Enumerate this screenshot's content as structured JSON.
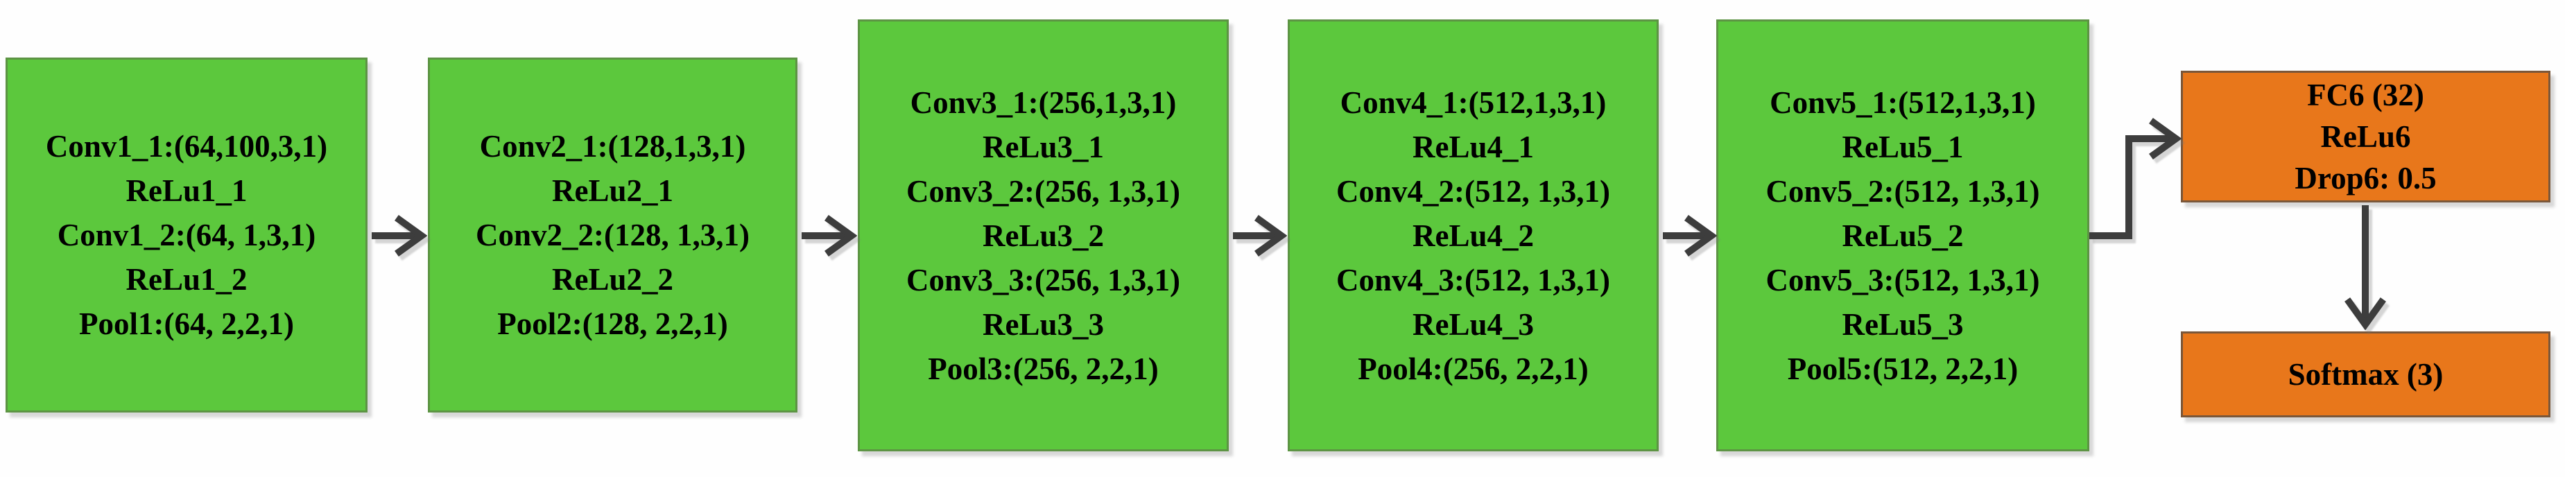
{
  "diagram": {
    "type": "cnn-architecture-flow",
    "colors": {
      "conv_block_fill": "#5cc83d",
      "conv_block_border": "#5d9444",
      "fc_block_fill": "#e8771b",
      "fc_block_border": "#7a573a",
      "arrow": "#3d3d3d",
      "text": "#000000"
    },
    "conv_blocks": [
      {
        "id": "conv-block-1",
        "lines": [
          "Conv1_1:(64,100,3,1)",
          "ReLu1_1",
          "Conv1_2:(64, 1,3,1)",
          "ReLu1_2",
          "Pool1:(64, 2,2,1)"
        ]
      },
      {
        "id": "conv-block-2",
        "lines": [
          "Conv2_1:(128,1,3,1)",
          "ReLu2_1",
          "Conv2_2:(128, 1,3,1)",
          "ReLu2_2",
          "Pool2:(128, 2,2,1)"
        ]
      },
      {
        "id": "conv-block-3",
        "lines": [
          "Conv3_1:(256,1,3,1)",
          "ReLu3_1",
          "Conv3_2:(256, 1,3,1)",
          "ReLu3_2",
          "Conv3_3:(256, 1,3,1)",
          "ReLu3_3",
          "Pool3:(256, 2,2,1)"
        ]
      },
      {
        "id": "conv-block-4",
        "lines": [
          "Conv4_1:(512,1,3,1)",
          "ReLu4_1",
          "Conv4_2:(512, 1,3,1)",
          "ReLu4_2",
          "Conv4_3:(512, 1,3,1)",
          "ReLu4_3",
          "Pool4:(256, 2,2,1)"
        ]
      },
      {
        "id": "conv-block-5",
        "lines": [
          "Conv5_1:(512,1,3,1)",
          "ReLu5_1",
          "Conv5_2:(512, 1,3,1)",
          "ReLu5_2",
          "Conv5_3:(512, 1,3,1)",
          "ReLu5_3",
          "Pool5:(512, 2,2,1)"
        ]
      }
    ],
    "fc_block": {
      "id": "fc6-block",
      "lines": [
        "FC6 (32)",
        "ReLu6",
        "Drop6: 0.5"
      ]
    },
    "output_block": {
      "id": "softmax-block",
      "lines": [
        "Softmax (3)"
      ]
    },
    "connections": [
      {
        "from": "conv-block-1",
        "to": "conv-block-2"
      },
      {
        "from": "conv-block-2",
        "to": "conv-block-3"
      },
      {
        "from": "conv-block-3",
        "to": "conv-block-4"
      },
      {
        "from": "conv-block-4",
        "to": "conv-block-5"
      },
      {
        "from": "conv-block-5",
        "to": "fc6-block"
      },
      {
        "from": "fc6-block",
        "to": "softmax-block"
      }
    ]
  }
}
